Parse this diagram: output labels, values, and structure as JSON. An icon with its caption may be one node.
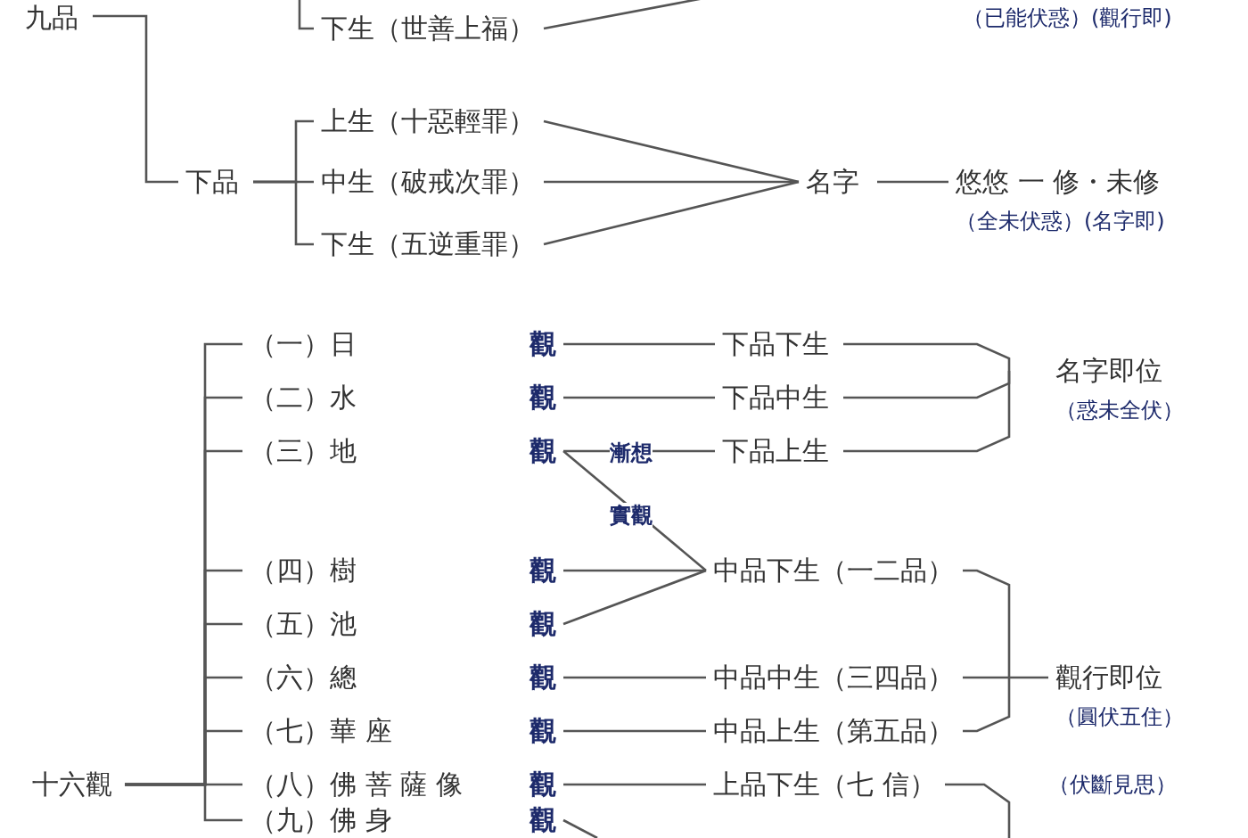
{
  "diagram": {
    "nodes": [
      {
        "text": [
          "九品"
        ]
      },
      {
        "text": [
          "下生（世善上福）"
        ]
      },
      {
        "text": [
          "下品"
        ]
      },
      {
        "text": [
          "上生（十惡輕罪）"
        ]
      },
      {
        "text": [
          "中生（破戒次罪）"
        ]
      },
      {
        "text": [
          "下生（五逆重罪）"
        ]
      },
      {
        "text": [
          "名字"
        ]
      },
      {
        "text": [
          "悠悠 一 修・未修"
        ],
        "beside": [
          "（全未伏惑）(名字即)"
        ]
      },
      {
        "text": [
          "十六觀"
        ]
      },
      {
        "text": [
          "（一）日",
          "觀"
        ]
      },
      {
        "text": [
          "（二）水",
          "觀"
        ]
      },
      {
        "text": [
          "（三）地",
          "觀"
        ]
      },
      {
        "text": [
          "（四）樹",
          "觀"
        ]
      },
      {
        "text": [
          "（五）池",
          "觀"
        ]
      },
      {
        "text": [
          "（六）總",
          "觀"
        ]
      },
      {
        "text": [
          "（七）華 座",
          "觀"
        ]
      },
      {
        "text": [
          "（八）佛 菩 薩 像",
          "觀"
        ]
      },
      {
        "text": [
          "（九）佛 身",
          "觀"
        ]
      },
      {
        "text": [
          "下品下生"
        ]
      },
      {
        "text": [
          "下品中生"
        ]
      },
      {
        "text": [
          "下品上生"
        ]
      },
      {
        "text": [
          "中品下生（一二品）"
        ]
      },
      {
        "text": [
          "中品中生（三四品）"
        ]
      },
      {
        "text": [
          "中品上生（第五品）"
        ]
      },
      {
        "text": [
          "上品下生（七 信）"
        ]
      },
      {
        "text": [
          "名字即位"
        ],
        "beside": [
          "（惑未全伏）"
        ]
      },
      {
        "text": [
          "觀行即位"
        ],
        "beside": [
          "（圓伏五住）"
        ]
      }
    ],
    "edges": [
      {
        "from": 0,
        "to": 2,
        "arrow": "none"
      },
      {
        "from": null,
        "to": 1,
        "arrow": "none"
      },
      {
        "from": 1,
        "to": null,
        "arrow": "none"
      },
      {
        "from": 2,
        "to": 3,
        "arrow": "none"
      },
      {
        "from": 2,
        "to": 4,
        "arrow": "none"
      },
      {
        "from": 2,
        "to": 5,
        "arrow": "none"
      },
      {
        "from": 3,
        "to": 6,
        "arrow": "none"
      },
      {
        "from": 4,
        "to": 6,
        "arrow": "none"
      },
      {
        "from": 5,
        "to": 6,
        "arrow": "none"
      },
      {
        "from": 6,
        "to": 7,
        "arrow": "none"
      },
      {
        "from": 8,
        "to": 9,
        "arrow": "none"
      },
      {
        "from": 8,
        "to": 10,
        "arrow": "none"
      },
      {
        "from": 8,
        "to": 11,
        "arrow": "none"
      },
      {
        "from": 8,
        "to": 12,
        "arrow": "none"
      },
      {
        "from": 8,
        "to": 13,
        "arrow": "none"
      },
      {
        "from": 8,
        "to": 14,
        "arrow": "none"
      },
      {
        "from": 8,
        "to": 15,
        "arrow": "none"
      },
      {
        "from": 8,
        "to": 16,
        "arrow": "none"
      },
      {
        "from": 8,
        "to": 17,
        "arrow": "none"
      },
      {
        "from": 9,
        "to": 18,
        "arrow": "none"
      },
      {
        "from": 10,
        "to": 19,
        "arrow": "none"
      },
      {
        "from": 11,
        "to": 20,
        "arrow": "none",
        "label": "漸想"
      },
      {
        "from": 11,
        "to": 21,
        "arrow": "none",
        "label": "實觀"
      },
      {
        "from": 12,
        "to": 21,
        "arrow": "none"
      },
      {
        "from": 13,
        "to": 21,
        "arrow": "none"
      },
      {
        "from": 14,
        "to": 22,
        "arrow": "none"
      },
      {
        "from": 15,
        "to": 23,
        "arrow": "none"
      },
      {
        "from": 16,
        "to": 24,
        "arrow": "none"
      },
      {
        "from": 17,
        "to": null,
        "arrow": "none"
      },
      {
        "from": 18,
        "to": 25,
        "arrow": "none"
      },
      {
        "from": 19,
        "to": 25,
        "arrow": "none"
      },
      {
        "from": 20,
        "to": 25,
        "arrow": "none"
      },
      {
        "from": 21,
        "to": 26,
        "arrow": "none"
      },
      {
        "from": 22,
        "to": 26,
        "arrow": "none"
      },
      {
        "from": 23,
        "to": 26,
        "arrow": "none"
      },
      {
        "from": 24,
        "to": null,
        "arrow": "none"
      }
    ],
    "labels": [
      "（已能伏惑）(觀行即)",
      "（伏斷見思）"
    ]
  }
}
